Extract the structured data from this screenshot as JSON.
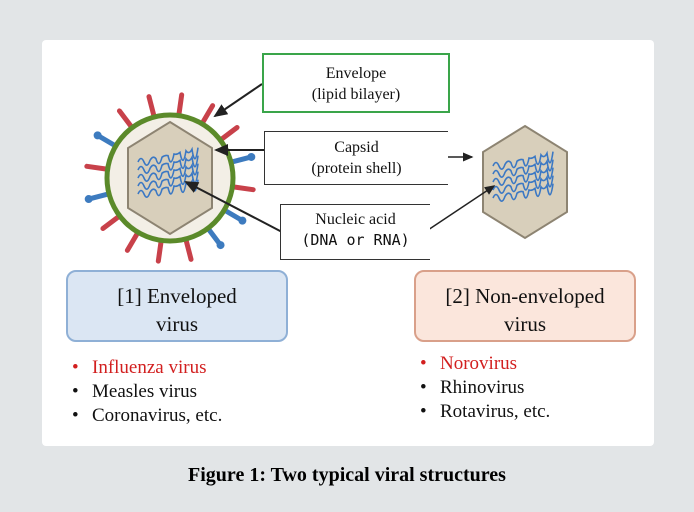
{
  "labels": {
    "envelope": [
      "Envelope",
      "(lipid bilayer)"
    ],
    "capsid": [
      "Capsid",
      "(protein shell)"
    ],
    "nucleic": [
      "Nucleic acid",
      "(DNA or RNA)"
    ]
  },
  "categories": [
    {
      "title": [
        "[1] Enveloped",
        "virus"
      ],
      "items": [
        {
          "text": "Influenza virus",
          "highlight": true
        },
        {
          "text": "Measles virus",
          "highlight": false
        },
        {
          "text": "Coronavirus, etc.",
          "highlight": false
        }
      ]
    },
    {
      "title": [
        "[2] Non-enveloped",
        "virus"
      ],
      "items": [
        {
          "text": "Norovirus",
          "highlight": true
        },
        {
          "text": "Rhinovirus",
          "highlight": false
        },
        {
          "text": "Rotavirus, etc.",
          "highlight": false
        }
      ]
    }
  ],
  "caption": "Figure 1: Two typical viral structures",
  "colors": {
    "envelope": "#5b8a2a",
    "spike_red": "#c8414a",
    "spike_blue": "#3d7bbf",
    "capsid": "#d8cfbb",
    "rna": "#3b78c4",
    "highlight": "#d21f1f"
  }
}
